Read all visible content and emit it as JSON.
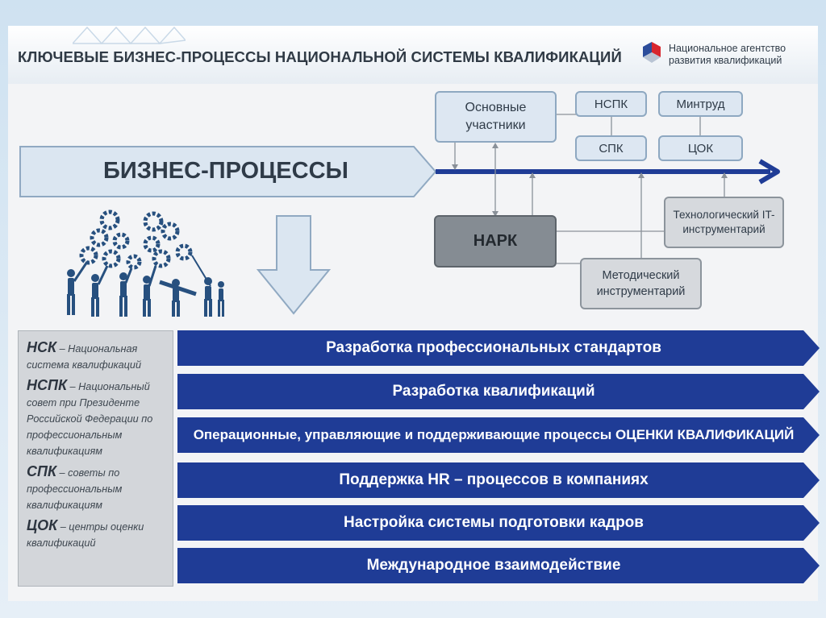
{
  "header": {
    "title": "КЛЮЧЕВЫЕ  БИЗНЕС-ПРОЦЕССЫ НАЦИОНАЛЬНОЙ СИСТЕМЫ КВАЛИФИКАЦИЙ",
    "logo_line1": "Национальное агентство",
    "logo_line2": "развития квалификаций"
  },
  "diagram": {
    "business_processes_label": "БИЗНЕС-ПРОЦЕССЫ",
    "participants_line1": "Основные",
    "participants_line2": "участники",
    "nspk": "НСПК",
    "mintrud": "Минтруд",
    "spk": "СПК",
    "tsok": "ЦОК",
    "nark": "НАРК",
    "tech_line1": "Технологический IT-",
    "tech_line2": "инструментарий",
    "method_line1": "Методический",
    "method_line2": "инструментарий"
  },
  "legend": {
    "items": [
      {
        "abbr": "НСК",
        "definition": " – Национальная система квалификаций"
      },
      {
        "abbr": "НСПК",
        "definition": " – Национальный совет при Президенте Российской Федерации по профессиональным квалификациям"
      },
      {
        "abbr": "СПК",
        "definition": " – советы по профессиональным квалификациям"
      },
      {
        "abbr": "ЦОК",
        "definition": " – центры оценки квалификаций"
      }
    ]
  },
  "processes": [
    "Разработка профессиональных стандартов",
    "Разработка квалификаций",
    "Операционные, управляющие и поддерживающие процессы ОЦЕНКИ КВАЛИФИКАЦИЙ",
    "Поддержка HR – процессов в компаниях",
    "Настройка системы подготовки кадров",
    "Международное взаимодействие"
  ],
  "colors": {
    "process_arrow": "#1f3c96",
    "timeline_arrow": "#1f3c96",
    "node_blue_fill": "#dde7f2",
    "node_dark_fill": "#858c93",
    "people_icon": "#27507f"
  }
}
